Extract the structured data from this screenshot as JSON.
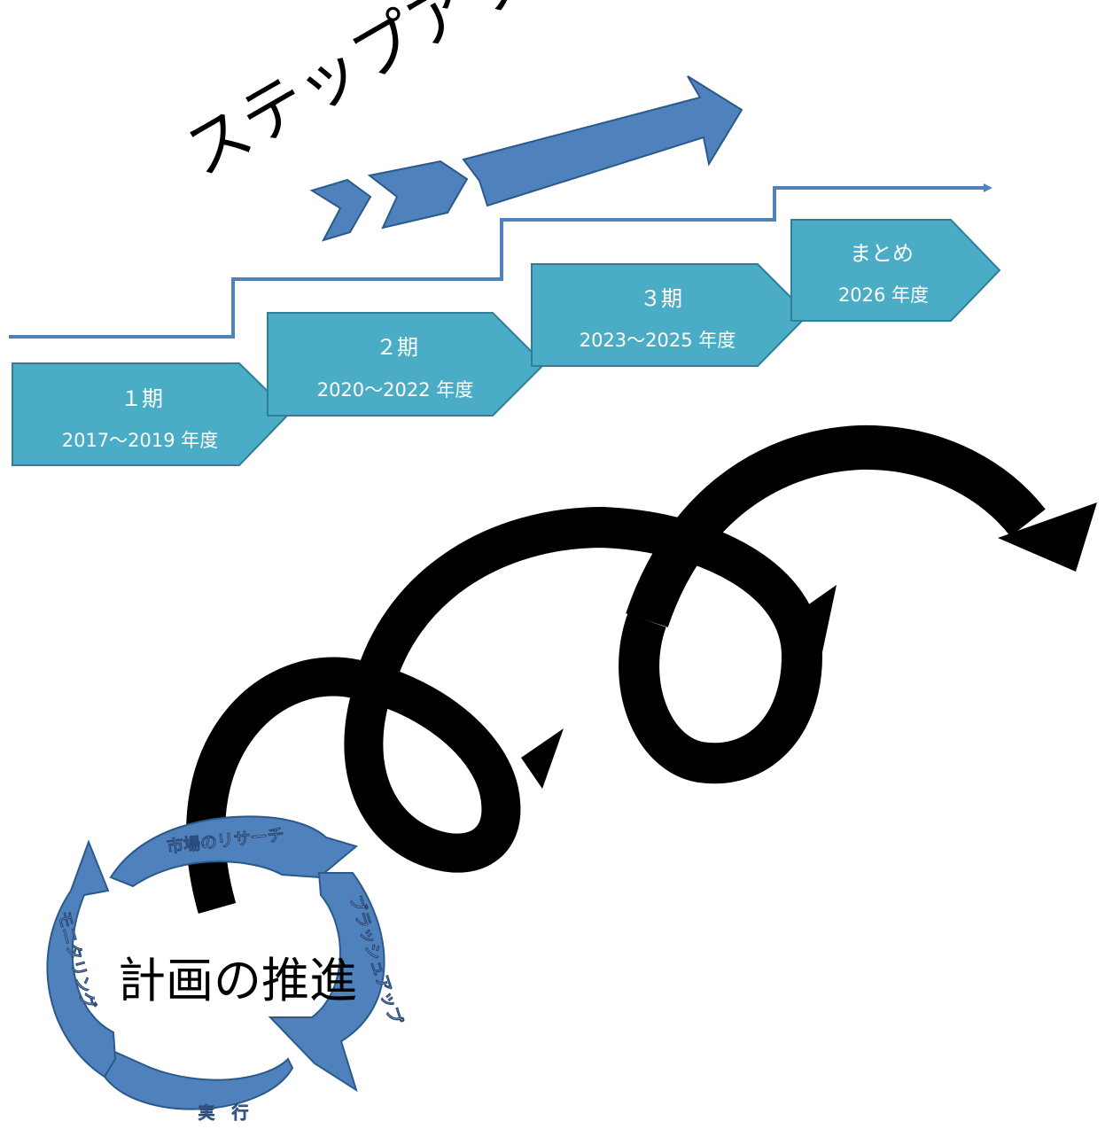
{
  "headline": "ステップアップ",
  "phases": [
    {
      "title": "１期",
      "years": "2017～2019 年度"
    },
    {
      "title": "２期",
      "years": "2020～2022 年度"
    },
    {
      "title": "３期",
      "years": "2023～2025 年度"
    },
    {
      "title": "まとめ",
      "years": "2026 年度"
    }
  ],
  "cycle": {
    "center": "計画の推進",
    "steps": [
      "市場のリサーチ",
      "ブラッシュアップ",
      "実　行",
      "モニタリング"
    ]
  },
  "colors": {
    "phase_fill": "#4bacc6",
    "phase_stroke": "#2e7f99",
    "arrow_blue": "#4f81bd",
    "arrow_blue_dark": "#2a5a8c",
    "stair_line": "#4f81bd",
    "spiral": "#000000"
  }
}
